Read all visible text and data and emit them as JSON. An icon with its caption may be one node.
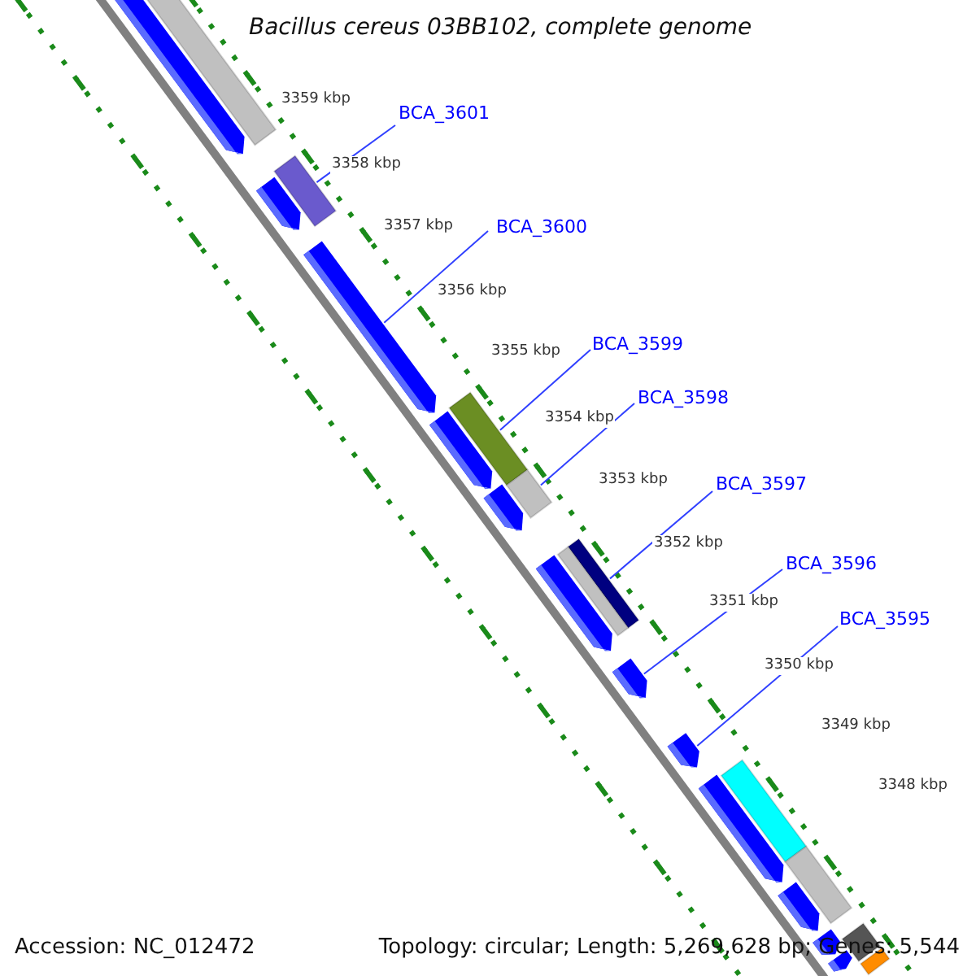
{
  "diagram": {
    "title": "Bacillus cereus 03BB102, complete genome",
    "nodes": [
      {
        "text": [
          "BCA_3601"
        ]
      },
      {
        "text": [
          "BCA_3600"
        ]
      },
      {
        "text": [
          "BCA_3599"
        ]
      },
      {
        "text": [
          "BCA_3598"
        ]
      },
      {
        "text": [
          "BCA_3597"
        ]
      },
      {
        "text": [
          "BCA_3596"
        ]
      },
      {
        "text": [
          "BCA_3595"
        ]
      },
      {
        "text": [],
        "shape": "pentagon"
      },
      {
        "text": [],
        "shape": "bar"
      },
      {
        "text": [],
        "shape": "pentagon"
      },
      {
        "text": [],
        "shape": "bar"
      },
      {
        "text": [],
        "shape": "pentagon"
      },
      {
        "text": [],
        "shape": "bar"
      },
      {
        "text": [],
        "shape": "pentagon"
      },
      {
        "text": [],
        "shape": "pentagon"
      },
      {
        "text": [],
        "shape": "bar"
      },
      {
        "text": [],
        "shape": "pentagon"
      },
      {
        "text": [],
        "shape": "bar"
      },
      {
        "text": [],
        "shape": "bar"
      },
      {
        "text": [],
        "shape": "pentagon"
      },
      {
        "text": [],
        "shape": "pentagon"
      },
      {
        "text": [],
        "shape": "pentagon"
      },
      {
        "text": [],
        "shape": "bar"
      },
      {
        "text": [],
        "shape": "bar"
      },
      {
        "text": [],
        "shape": "pentagon"
      },
      {
        "text": [],
        "shape": "pentagon"
      },
      {
        "text": [],
        "shape": "bar"
      },
      {
        "text": [],
        "shape": "pentagon"
      },
      {
        "text": [],
        "shape": "bar"
      }
    ],
    "edges": [
      {
        "from": 0,
        "to": 10,
        "arrow": "none"
      },
      {
        "from": 1,
        "to": 11,
        "arrow": "none"
      },
      {
        "from": 2,
        "to": 12,
        "arrow": "none"
      },
      {
        "from": 3,
        "to": 15,
        "arrow": "none"
      },
      {
        "from": 4,
        "to": 17,
        "arrow": "none"
      },
      {
        "from": 5,
        "to": 19,
        "arrow": "none"
      },
      {
        "from": 6,
        "to": 20,
        "arrow": "none"
      }
    ],
    "labels": [
      "3359 kbp",
      "3358 kbp",
      "3357 kbp",
      "3356 kbp",
      "3355 kbp",
      "3354 kbp",
      "3353 kbp",
      "3352 kbp",
      "3351 kbp",
      "3350 kbp",
      "3349 kbp",
      "3348 kbp",
      "Accession: NC_012472",
      "Topology: circular; Length: 5,269,628 bp; Genes: 5,544"
    ]
  }
}
